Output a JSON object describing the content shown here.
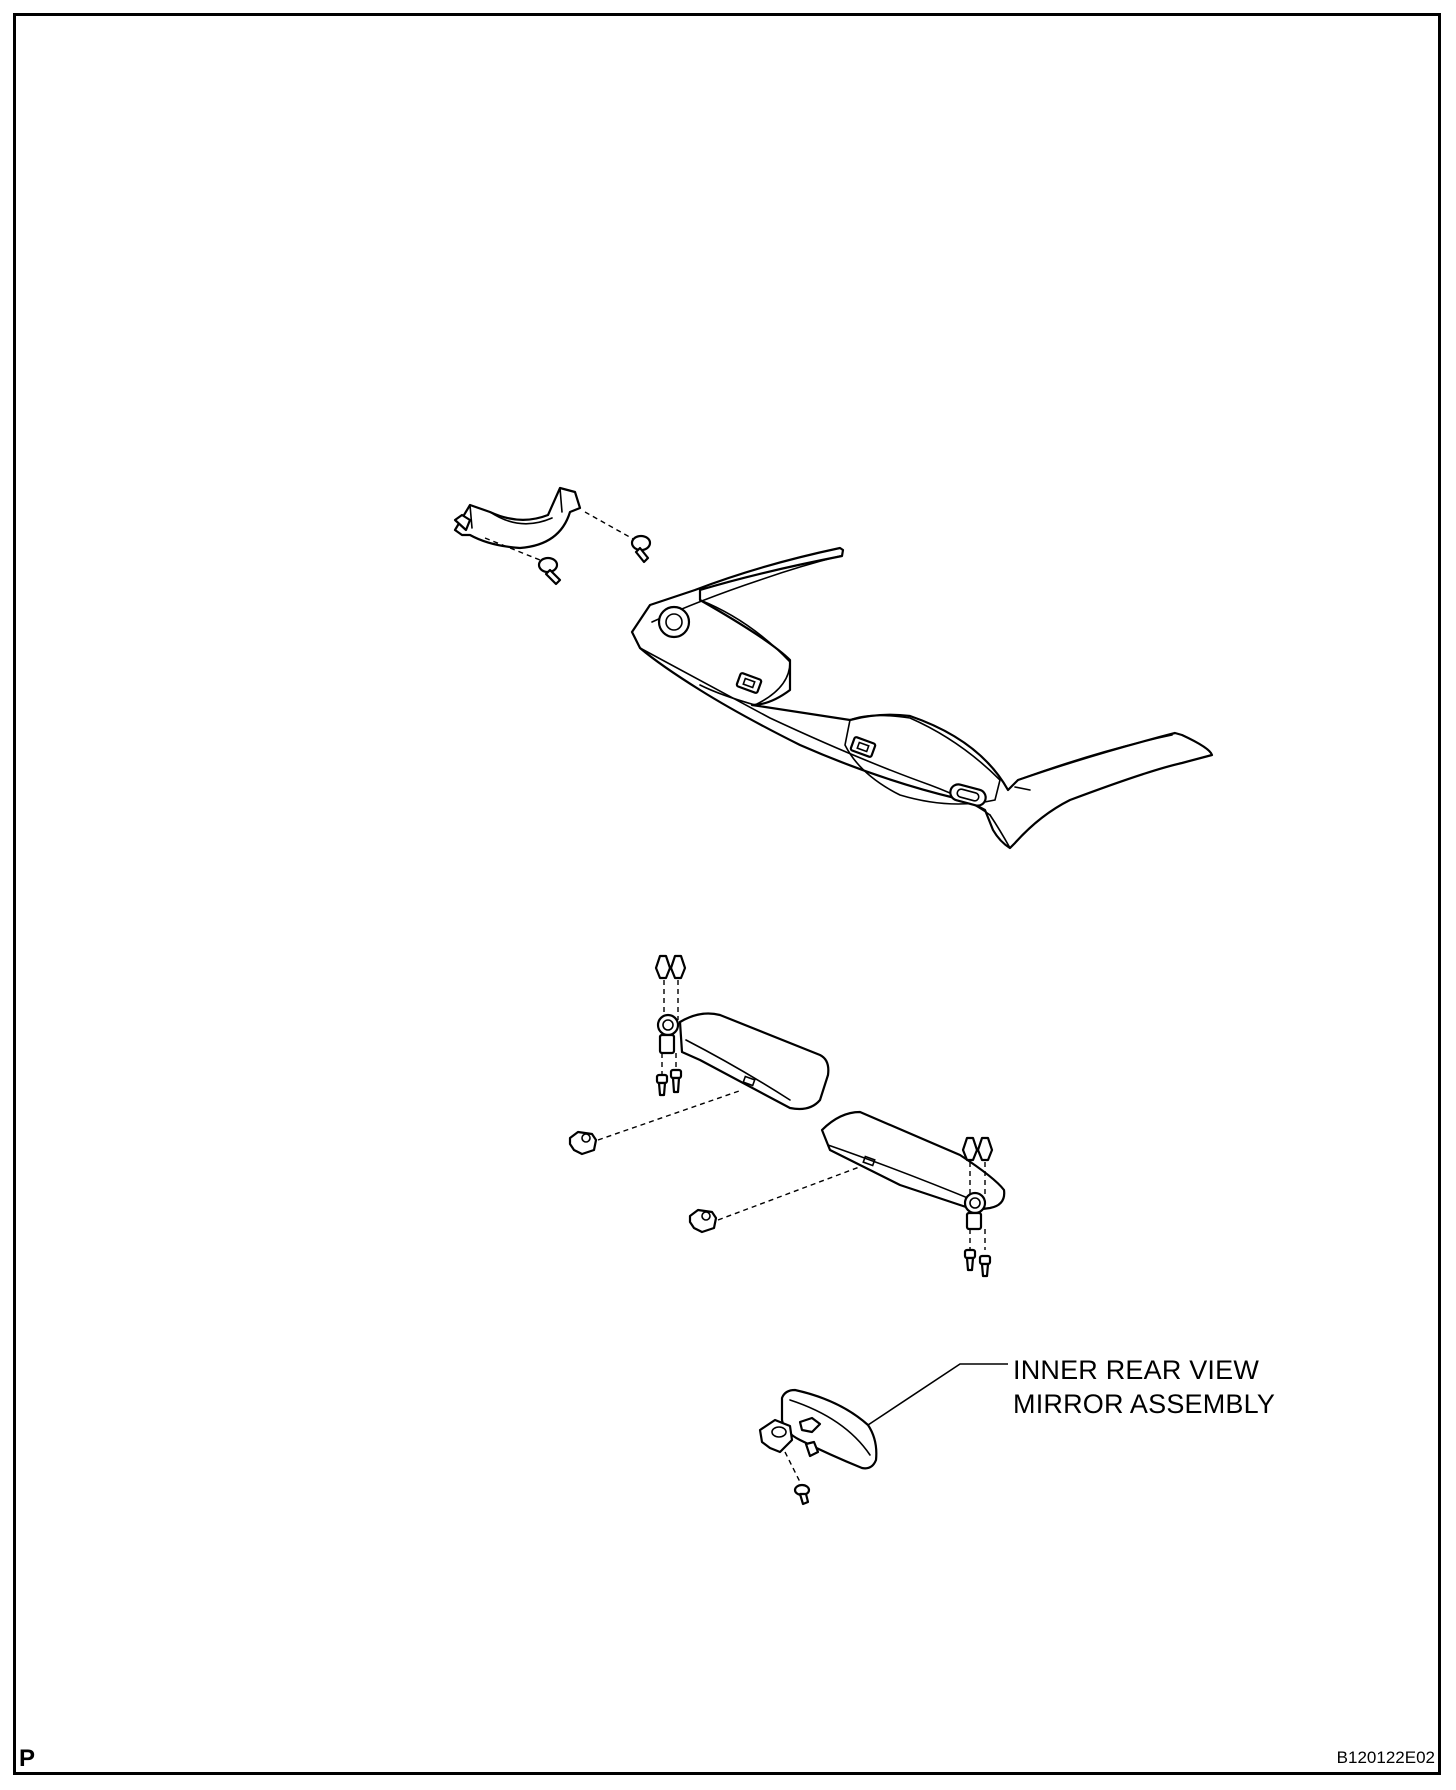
{
  "callout": {
    "line1": "INNER REAR VIEW",
    "line2": "MIRROR ASSEMBLY"
  },
  "corner_mark": "P",
  "figure_code": "B120122E02"
}
